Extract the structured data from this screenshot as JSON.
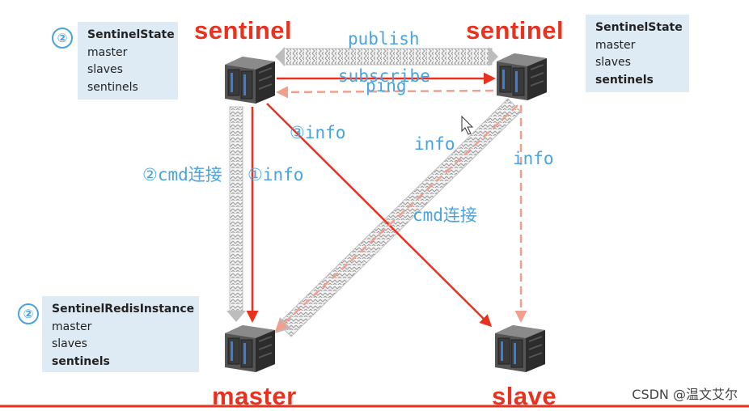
{
  "titles": {
    "sentinel_left": "sentinel",
    "sentinel_right": "sentinel",
    "master": "master",
    "slave": "slave"
  },
  "boxes": {
    "left_top": {
      "marker": "②",
      "lines": [
        "SentinelState",
        "master",
        "slaves",
        "sentinels"
      ]
    },
    "right_top": {
      "lines": [
        "SentinelState",
        "master",
        "slaves",
        "sentinels"
      ]
    },
    "bottom_left": {
      "marker": "②",
      "lines": [
        "SentinelRedisInstance",
        "master",
        "slaves",
        "sentinels"
      ]
    }
  },
  "labels": {
    "publish": "publish",
    "subscribe": "subscribe",
    "ping": "ping",
    "info_3": "③info",
    "info_diag": "info",
    "info_right": "info",
    "cmd_left": "②cmd连接",
    "info_1": "①info",
    "cmd_diag": "cmd连接"
  },
  "watermark": "CSDN @温文艾尔",
  "colors": {
    "red": "#e8321f",
    "dashed_red": "#f0a08f",
    "label_blue": "#4aa3df",
    "box_bg": "#deeaf4"
  }
}
